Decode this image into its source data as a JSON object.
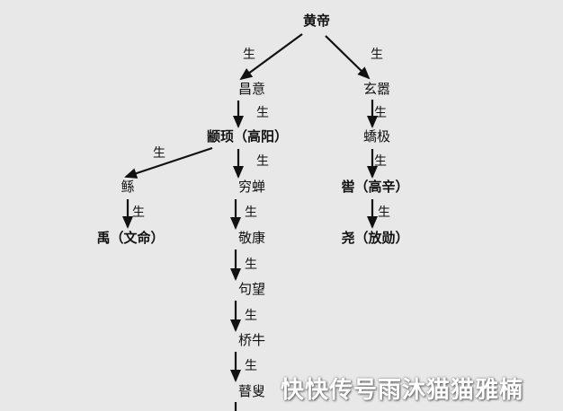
{
  "nodes": {
    "huangdi": "黄帝",
    "changyi": "昌意",
    "xuanxiao": "玄嚣",
    "zhuanxu": "颛顼（高阳）",
    "jiaoji": "蟜极",
    "gun": "鲧",
    "qiongchan": "穷蝉",
    "ku": "喾（高辛）",
    "yu": "禹（文命）",
    "jingkang": "敬康",
    "yao": "尧（放勋）",
    "jumang": "句望",
    "qiaoniu": "桥牛",
    "gusou": "瞽叟"
  },
  "edge_label": "生",
  "watermark": "快快传号雨沐猫猫雅楠"
}
